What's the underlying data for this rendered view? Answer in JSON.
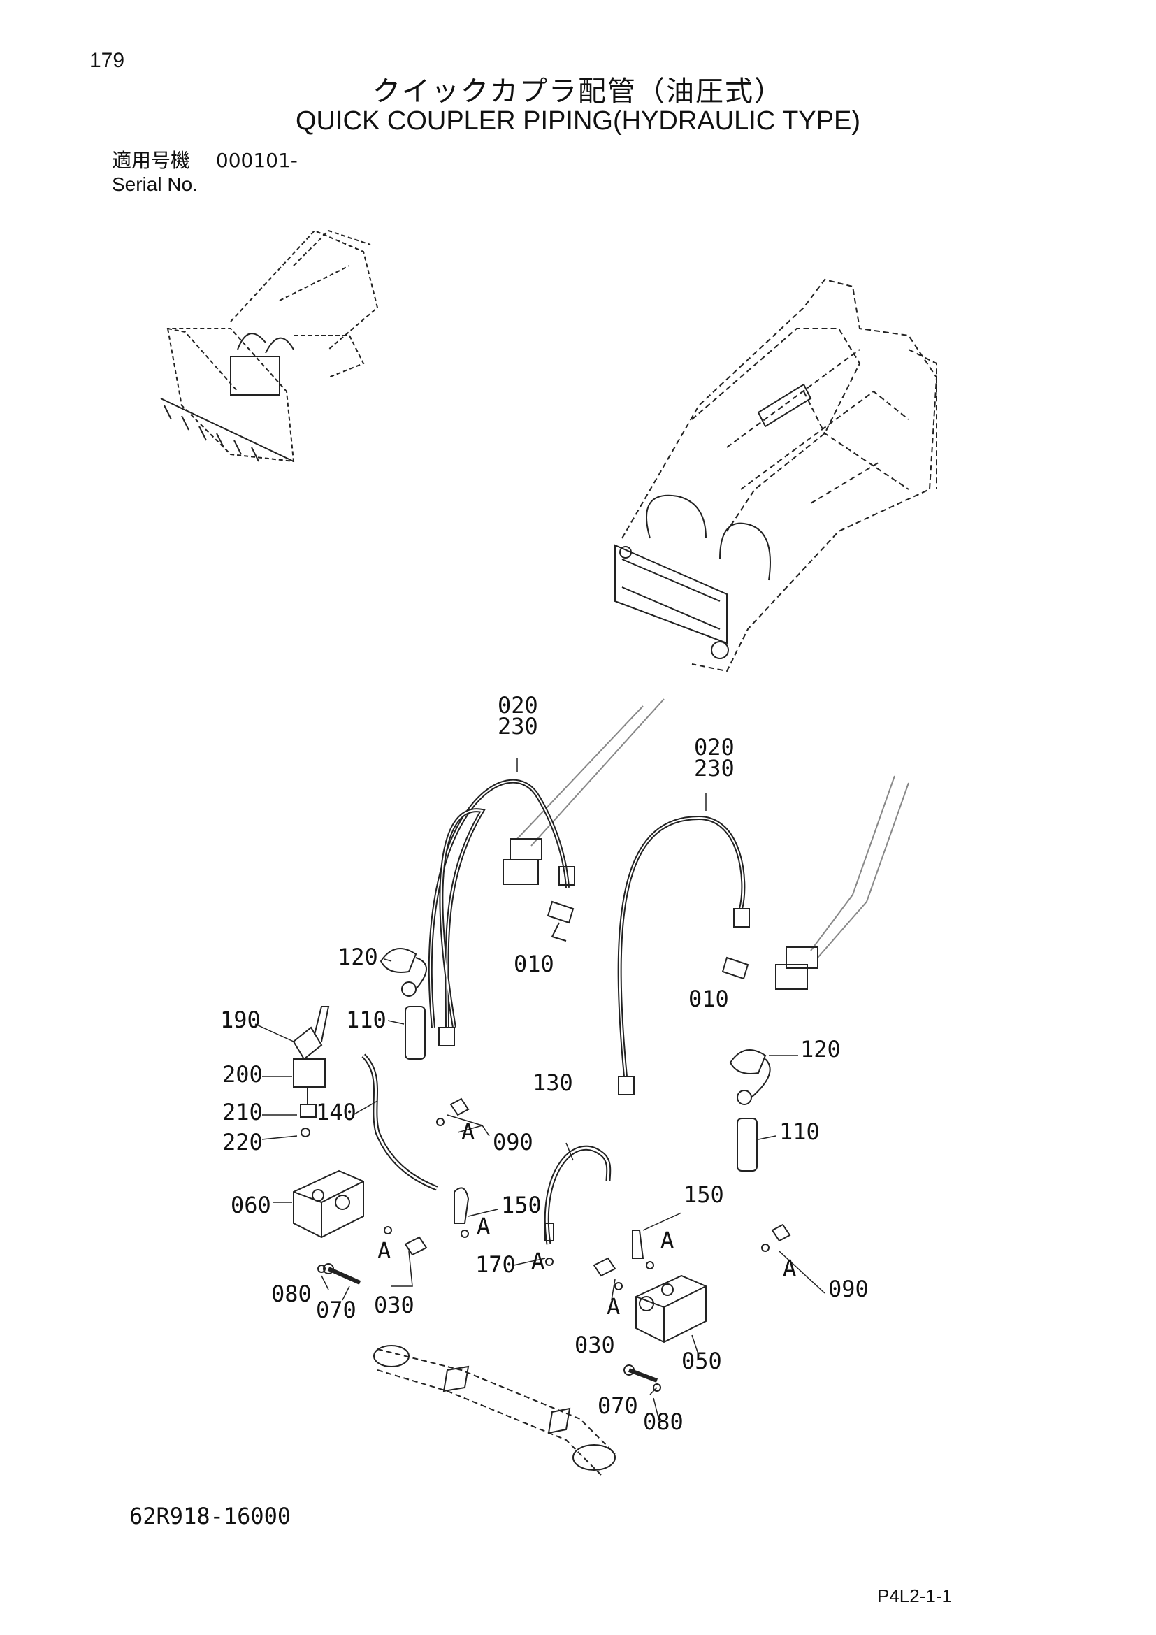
{
  "header": {
    "page_number": "179",
    "title_jp": "クイックカプラ配管（油圧式）",
    "title_en": "QUICK COUPLER PIPING(HYDRAULIC TYPE)",
    "serial_label_jp": "適用号機",
    "serial_value": "000101-",
    "serial_label_en": "Serial No."
  },
  "callouts": {
    "c020_a": "020",
    "c230_a": "230",
    "c020_b": "020",
    "c230_b": "230",
    "c010_a": "010",
    "c010_b": "010",
    "c120_a": "120",
    "c120_b": "120",
    "c110_a": "110",
    "c110_b": "110",
    "c190": "190",
    "c200": "200",
    "c210": "210",
    "c220": "220",
    "c140": "140",
    "c130": "130",
    "c090_a": "090",
    "c090_b": "090",
    "c150_a": "150",
    "c150_b": "150",
    "c060": "060",
    "c050": "050",
    "c170": "170",
    "c080_a": "080",
    "c080_b": "080",
    "c070_a": "070",
    "c070_b": "070",
    "c030_a": "030",
    "c030_b": "030",
    "a1": "A",
    "a2": "A",
    "a3": "A",
    "a4": "A",
    "a5": "A",
    "a6": "A",
    "a7": "A"
  },
  "footer": {
    "part_number": "62R918-16000",
    "page_code": "P4L2-1-1"
  }
}
